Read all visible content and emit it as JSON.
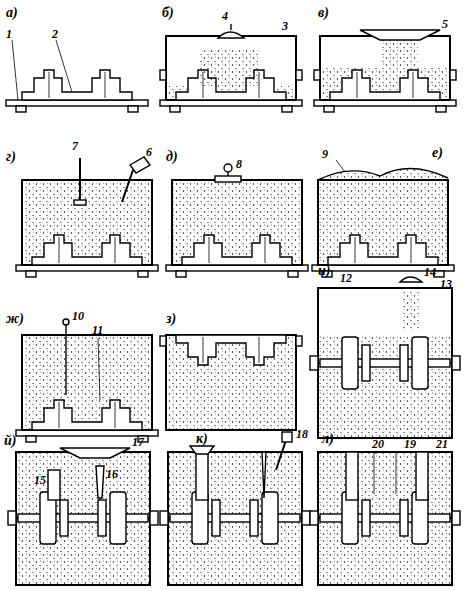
{
  "diagram": {
    "labels": [
      "а)",
      "1",
      "2",
      "б)",
      "4",
      "3",
      "в)",
      "5",
      "г)",
      "7",
      "6",
      "д)",
      "8",
      "е)",
      "9",
      "ж)",
      "10",
      "11",
      "з)",
      "и)",
      "12",
      "14",
      "13",
      "й)",
      "17",
      "15",
      "16",
      "к)",
      "18",
      "л)",
      "20",
      "19",
      "21"
    ]
  }
}
